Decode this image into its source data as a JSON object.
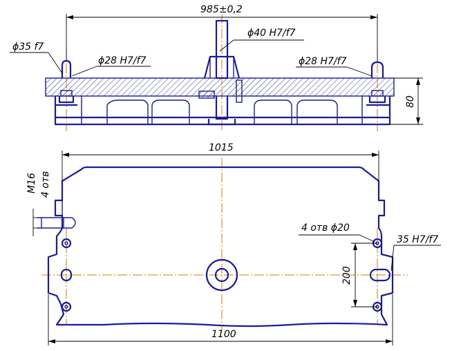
{
  "top_view": {
    "dim_width": "985±0,2",
    "dim_height": "80",
    "label_pin": "ϕ35 f7",
    "label_center_pin": "ϕ40 H7/f7",
    "label_left_bush": "ϕ28 H7/f7",
    "label_right_bush": "ϕ28 H7/f7"
  },
  "plan_view": {
    "dim_top_width": "1015",
    "dim_bottom_width": "1100",
    "dim_hole_spacing": "200",
    "label_thread": "M16",
    "label_thread_count": "4 отв",
    "label_holes": "4 отв ϕ20",
    "label_fit": "35 H7/f7"
  },
  "colors": {
    "outline": "#1a1a9e",
    "axis": "#e07a00",
    "dimension": "#000000"
  }
}
